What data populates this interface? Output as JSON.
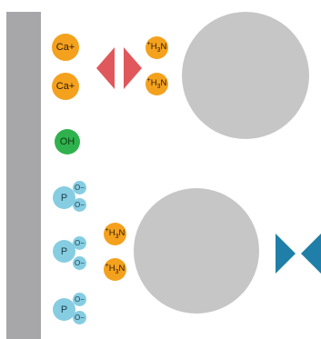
{
  "caption": "",
  "calcium_groups": [
    {
      "label": "Ca+"
    },
    {
      "label": "Ca+"
    }
  ],
  "hydroxyl_group": {
    "label": "OH"
  },
  "phosphate_groups": [
    {
      "label": "P",
      "oxygens": [
        "O−",
        "O−"
      ]
    },
    {
      "label": "P",
      "oxygens": [
        "O−",
        "O−"
      ]
    },
    {
      "label": "P",
      "oxygens": [
        "O−",
        "O−"
      ]
    }
  ],
  "amine_groups": [
    {
      "label": "+H3N"
    },
    {
      "label": "+H3N"
    },
    {
      "label": "+H3N"
    },
    {
      "label": "+H3N"
    }
  ],
  "colors": {
    "surface": "#a7a7a9",
    "bead": "#c7c6c7",
    "calcium": "#f4a11e",
    "amine": "#f4a11e",
    "hydroxyl": "#2fb24d",
    "phosphate": "#86cde2",
    "repulsion_arrow": "#e0585c",
    "attraction_arrow": "#1f7fa8"
  },
  "icons": {
    "repulsion": "outward-triangles-icon",
    "attraction": "inward-triangles-icon"
  }
}
